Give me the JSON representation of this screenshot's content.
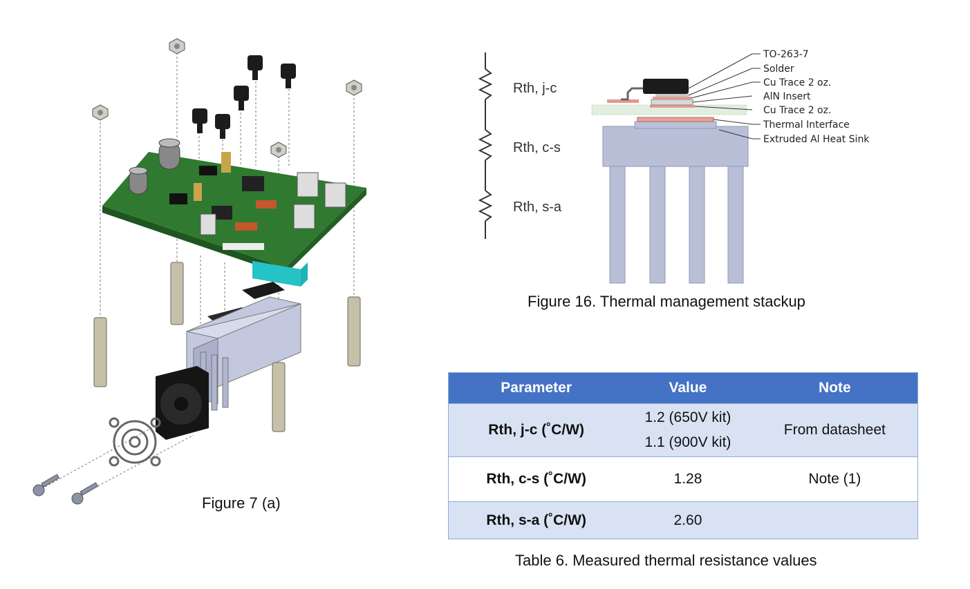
{
  "figure7": {
    "caption": "Figure 7 (a)"
  },
  "figure16": {
    "caption": "Figure 16.  Thermal management stackup",
    "resistors": [
      "Rth, j-c",
      "Rth, c-s",
      "Rth, s-a"
    ],
    "layers": [
      "TO-263-7",
      "Solder",
      "Cu Trace 2 oz.",
      "AlN Insert",
      "Cu Trace 2 oz.",
      "Thermal Interface",
      "Extruded Al Heat Sink"
    ]
  },
  "table6": {
    "caption": "Table 6. Measured thermal resistance values",
    "headers": [
      "Parameter",
      "Value",
      "Note"
    ],
    "rows": [
      {
        "parameter": "Rth, j-c (˚C/W)",
        "values": [
          "1.2 (650V kit)",
          "1.1 (900V kit)"
        ],
        "note": "From datasheet"
      },
      {
        "parameter": "Rth, c-s (˚C/W)",
        "values": [
          "1.28"
        ],
        "note": "Note (1)"
      },
      {
        "parameter": "Rth, s-a (˚C/W)",
        "values": [
          "2.60"
        ],
        "note": ""
      }
    ]
  },
  "colors": {
    "header_blue": "#4472c4",
    "row_tint": "#d9e2f3",
    "pcb_green": "#3c8a3a",
    "heatsink": "#b9bfd6"
  }
}
